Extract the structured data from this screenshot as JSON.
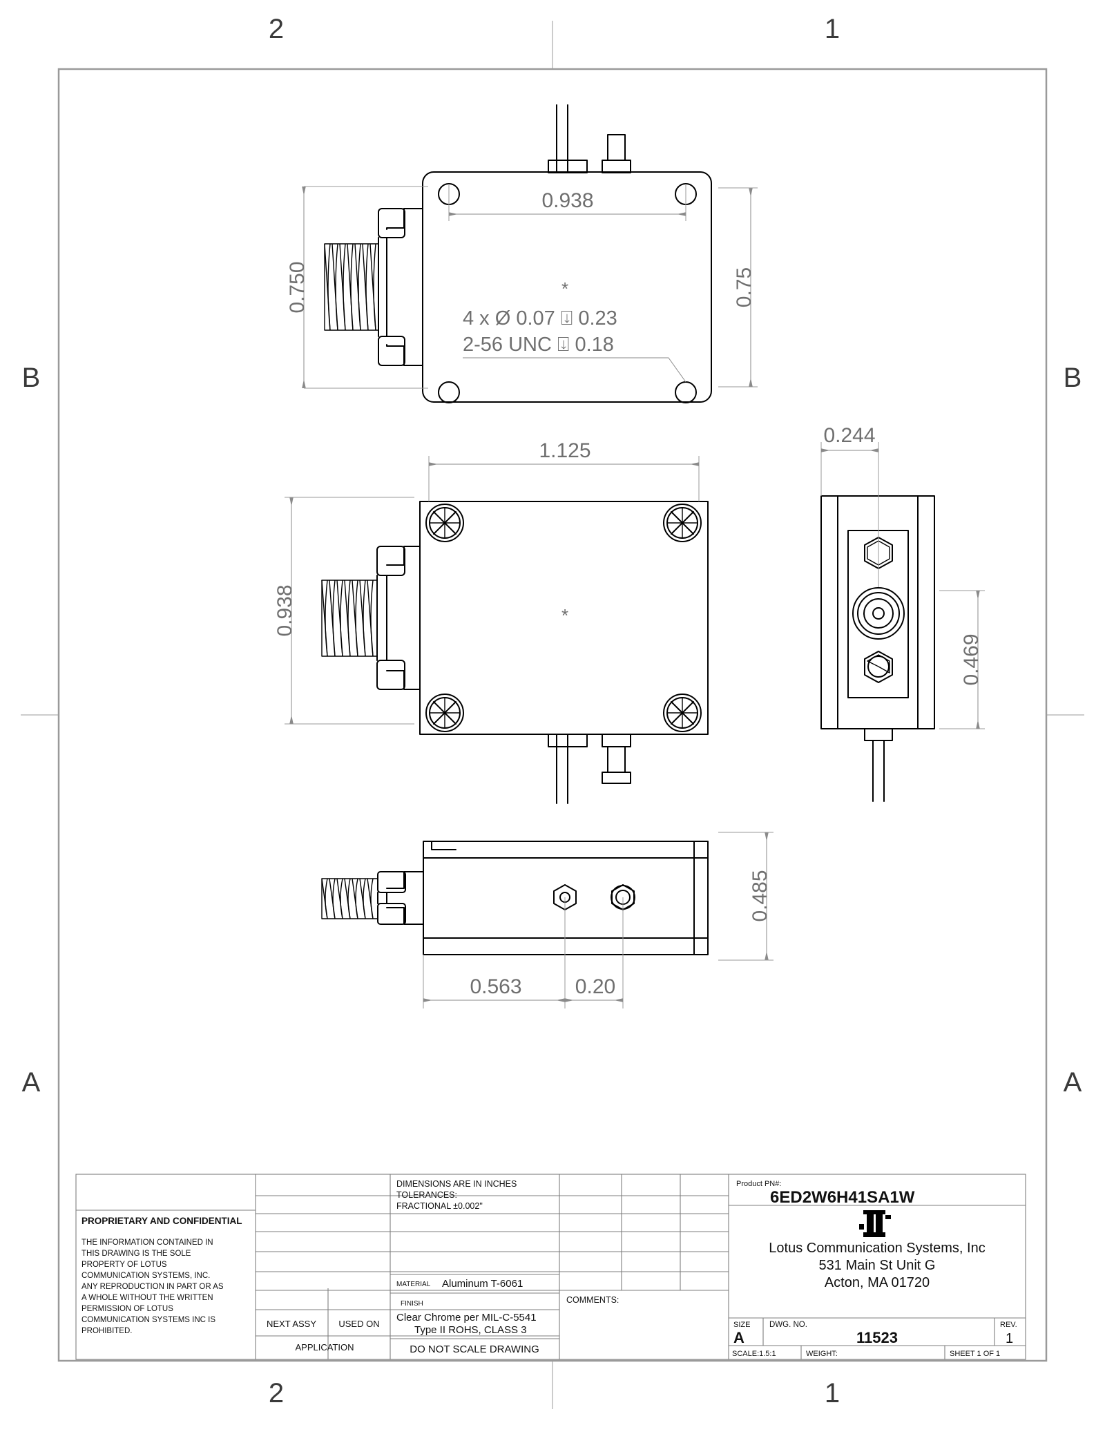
{
  "sheet": {
    "zones_top": [
      "2",
      "1"
    ],
    "zones_bottom": [
      "2",
      "1"
    ],
    "zones_left": [
      "B",
      "A"
    ],
    "zones_right": [
      "B",
      "A"
    ]
  },
  "views": {
    "top": {
      "name": "top-view",
      "dim_width": "0.938",
      "dim_height_left": "0.750",
      "dim_height_right": "0.75",
      "callout_line1": "4 x Ø 0.07 ⍗ 0.23",
      "callout_line2": "2-56 UNC  ⍗ 0.18",
      "callout_qty": "4 x",
      "callout_dia_symbol": "Ø",
      "callout_dia": "0.07",
      "callout_depth1": "0.23",
      "callout_thread": "2-56 UNC",
      "callout_depth2": "0.18",
      "center_mark": "*"
    },
    "front": {
      "name": "front-view",
      "dim_width": "1.125",
      "dim_height": "0.938",
      "center_mark": "*"
    },
    "right": {
      "name": "right-side-view",
      "dim_top": "0.244",
      "dim_height": "0.469"
    },
    "bottom": {
      "name": "bottom-view",
      "dim_height": "0.485",
      "dim_a": "0.563",
      "dim_b": "0.20"
    }
  },
  "title_block": {
    "proprietary_heading": "PROPRIETARY AND CONFIDENTIAL",
    "proprietary_body": "THE INFORMATION CONTAINED IN THIS DRAWING IS THE SOLE PROPERTY OF LOTUS COMMUNICATION SYSTEMS, INC. ANY REPRODUCTION IN PART OR AS A WHOLE WITHOUT THE WRITTEN PERMISSION OF LOTUS COMMUNICATION SYSTEMS INC IS PROHIBITED.",
    "proprietary_lines": [
      "THE INFORMATION CONTAINED IN",
      "THIS DRAWING IS THE SOLE",
      "PROPERTY OF LOTUS",
      "COMMUNICATION SYSTEMS, INC.",
      "ANY REPRODUCTION IN PART OR AS",
      "A WHOLE WITHOUT THE WRITTEN",
      "PERMISSION OF LOTUS",
      "COMMUNICATION SYSTEMS INC IS",
      "PROHIBITED."
    ],
    "next_assy": "NEXT ASSY",
    "used_on": "USED ON",
    "application": "APPLICATION",
    "dimensions_note_l1": "DIMENSIONS ARE IN INCHES",
    "dimensions_note_l2": "TOLERANCES:",
    "dimensions_note_l3": "FRACTIONAL ±0.002\"",
    "material_label": "MATERIAL",
    "material_value": "Aluminum T-6061",
    "finish_label": "FINISH",
    "finish_l1": "Clear Chrome per MIL-C-5541",
    "finish_l2": "Type II ROHS, CLASS 3",
    "do_not_scale": "DO  NOT  SCALE  DRAWING",
    "comments_label": "COMMENTS:",
    "product_pn_label": "Product PN#:",
    "product_pn_value": "6ED2W6H41SA1W",
    "company_name": "Lotus Communication Systems, Inc",
    "company_street": "531 Main St Unit G",
    "company_city": "Acton, MA 01720",
    "size_label": "SIZE",
    "size_value": "A",
    "dwg_no_label": "DWG. NO.",
    "dwg_no_value": "11523",
    "rev_label": "REV.",
    "rev_value": "1",
    "scale_label": "SCALE:1.5:1",
    "weight_label": "WEIGHT:",
    "sheet_label": "SHEET 1 OF 1"
  },
  "colors": {
    "object_line": "#000000",
    "dimension_line": "#8a8a8a",
    "border": "#9a9a9a",
    "text": "#111111"
  }
}
